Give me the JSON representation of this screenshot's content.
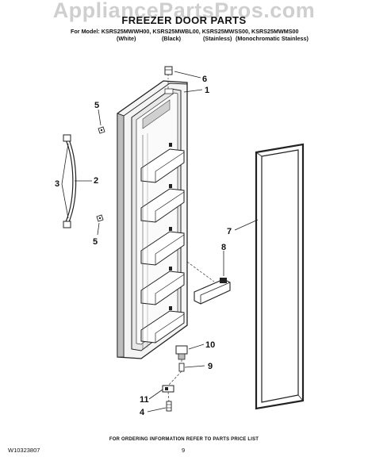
{
  "watermark": "AppliancePartsPros.com",
  "title": "FREEZER DOOR PARTS",
  "models_line": "For Model: KSRS25MWWH00, KSRS25MWBL00, KSRS25MWSS00, KSRS25MWMS00",
  "variants": [
    "(White)",
    "(Black)",
    "(Stainless)",
    "(Monochromatic Stainless)"
  ],
  "callouts": [
    "6",
    "1",
    "5",
    "3",
    "2",
    "5",
    "7",
    "8",
    "10",
    "9",
    "11",
    "4"
  ],
  "footer_note": "FOR ORDERING INFORMATION REFER TO PARTS PRICE LIST",
  "doc_number": "W10323807",
  "page_number": "9"
}
